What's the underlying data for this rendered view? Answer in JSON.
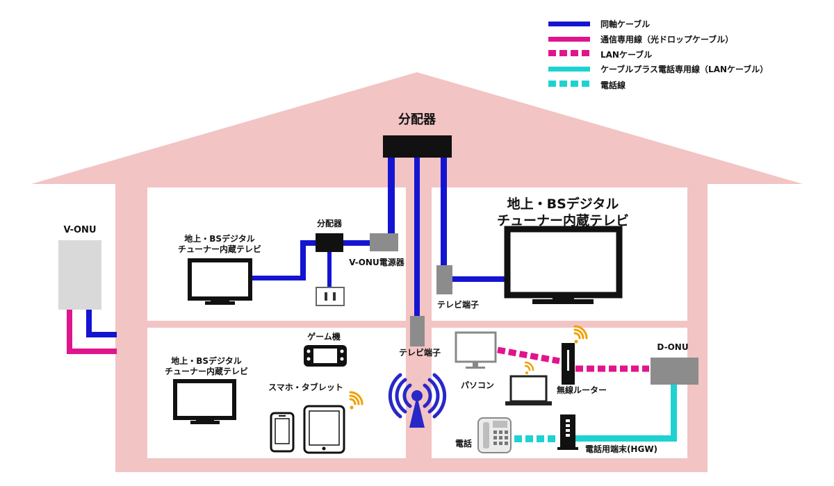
{
  "colors": {
    "house": "#f2c4c4",
    "room": "#ffffff",
    "coax": "#1414d2",
    "fiber": "#e0148c",
    "lan": "#e0148c",
    "cable_plus": "#1ed2d2",
    "phone_line": "#1ed2d2",
    "device_dark": "#111111",
    "device_gray": "#8c8c8c",
    "onu_light": "#d9d9d9",
    "wifi": "#f0a000",
    "antenna": "#2828c8"
  },
  "legend": [
    {
      "label": "同軸ケーブル",
      "style": "solid",
      "color": "#1414d2"
    },
    {
      "label": "通信専用線（光ドロップケーブル）",
      "style": "solid",
      "color": "#e0148c"
    },
    {
      "label": "LANケーブル",
      "style": "dashed",
      "color": "#e0148c"
    },
    {
      "label": "ケーブルプラス電話専用線（LANケーブル）",
      "style": "solid",
      "color": "#1ed2d2"
    },
    {
      "label": "電話線",
      "style": "dashed",
      "color": "#1ed2d2"
    }
  ],
  "labels": {
    "main_splitter": "分配器",
    "v_onu": "V-ONU",
    "room1_tv_line1": "地上・BSデジタル",
    "room1_tv_line2": "チューナー内蔵テレビ",
    "room1_splitter": "分配器",
    "v_onu_power": "V-ONU電源器",
    "room2_tv_line1": "地上・BSデジタル",
    "room2_tv_line2": "チューナー内蔵テレビ",
    "room2_outlet": "テレビ端子",
    "room3_tv_line1": "地上・BSデジタル",
    "room3_tv_line2": "チューナー内蔵テレビ",
    "game": "ゲーム機",
    "smartphone_tablet": "スマホ・タブレット",
    "room4_outlet": "テレビ端子",
    "pc": "パソコン",
    "router": "無線ルーター",
    "d_onu": "D-ONU",
    "phone": "電話",
    "hgw": "電話用端末(HGW)"
  }
}
